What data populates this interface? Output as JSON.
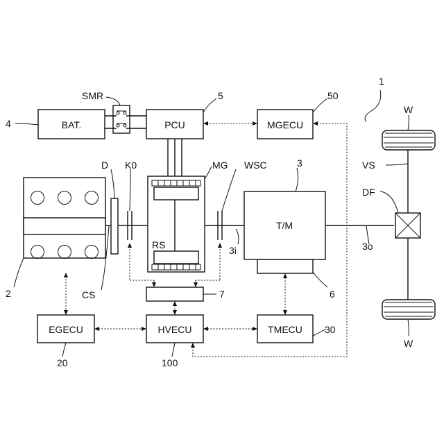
{
  "labels": {
    "system": "1",
    "engine": "2",
    "transmission": "3",
    "battery": "4",
    "pcu": "5",
    "oil_pump": "6",
    "hydraulic_unit": "7",
    "egecu": "20",
    "tmecu": "30",
    "mgecu": "50",
    "hvecu": "100",
    "smr": "SMR",
    "damper": "D",
    "clutch_k0": "K0",
    "motor_generator": "MG",
    "wsc": "WSC",
    "crankshaft": "CS",
    "rotor_shaft": "RS",
    "input_shaft": "3i",
    "output_shaft": "3o",
    "differential": "DF",
    "drive_shaft": "VS",
    "wheel_top": "W",
    "wheel_bottom": "W"
  },
  "blocks": {
    "bat": "BAT.",
    "pcu": "PCU",
    "mgecu": "MGECU",
    "tm": "T/M",
    "egecu": "EGECU",
    "hvecu": "HVECU",
    "tmecu": "TMECU"
  }
}
